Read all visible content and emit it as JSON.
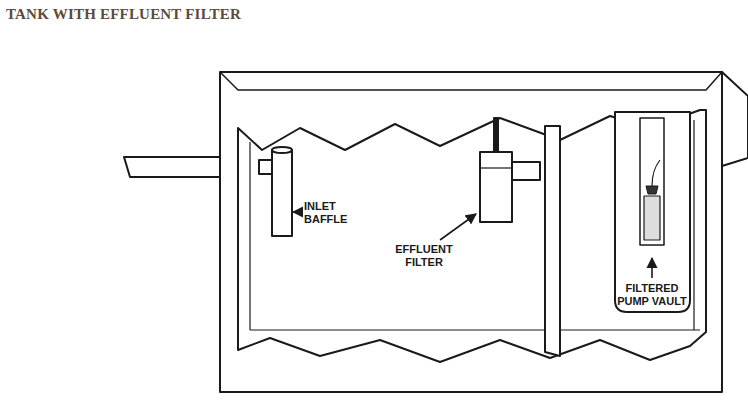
{
  "diagram": {
    "title": "TANK WITH EFFLUENT FILTER",
    "labels": [
      "INLET BAFFLE",
      "EFFLUENT FILTER",
      "FILTERED PUMP VAULT"
    ]
  }
}
